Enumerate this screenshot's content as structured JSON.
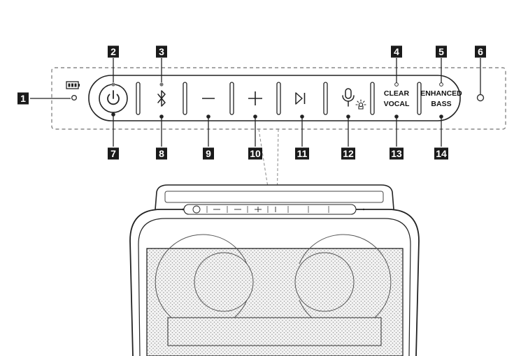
{
  "callouts": [
    {
      "num": "1",
      "target": "battery-indicator"
    },
    {
      "num": "2",
      "target": "power-button-led"
    },
    {
      "num": "3",
      "target": "bluetooth-button-led"
    },
    {
      "num": "4",
      "target": "clear-vocal-led"
    },
    {
      "num": "5",
      "target": "enhanced-bass-led"
    },
    {
      "num": "6",
      "target": "light-sensor"
    },
    {
      "num": "7",
      "target": "power-button"
    },
    {
      "num": "8",
      "target": "bluetooth-button"
    },
    {
      "num": "9",
      "target": "volume-down-button"
    },
    {
      "num": "10",
      "target": "volume-up-button"
    },
    {
      "num": "11",
      "target": "play-pause-button"
    },
    {
      "num": "12",
      "target": "mic-lighting-button"
    },
    {
      "num": "13",
      "target": "clear-vocal-button"
    },
    {
      "num": "14",
      "target": "enhanced-bass-button"
    }
  ],
  "buttons": {
    "clear_vocal": [
      "CLEAR",
      "VOCAL"
    ],
    "enhanced_bass": [
      "ENHANCED",
      "BASS"
    ]
  },
  "icons": {
    "battery": "battery-icon",
    "power": "power-icon",
    "bluetooth": "bluetooth-icon",
    "minus": "minus-icon",
    "plus": "plus-icon",
    "play_pause": "play-pause-icon",
    "mic": "microphone-icon",
    "light": "light-icon"
  },
  "colors": {
    "badge": "#1a1a1a",
    "line": "#222222",
    "dash": "#888888",
    "grille": "#f2f2f2"
  }
}
